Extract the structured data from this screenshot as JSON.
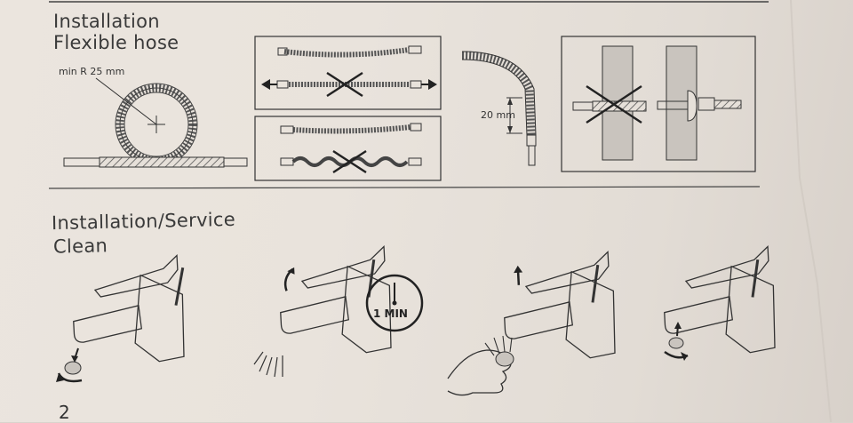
{
  "section1": {
    "title_line1": "Installation",
    "title_line2": "Flexible hose",
    "radius_label": "min R 25 mm",
    "offset_label": "20 mm"
  },
  "section2": {
    "title_line1": "Installation/Service",
    "title_line2": "Clean",
    "timer_label": "1 MIN"
  },
  "page_number": "2",
  "colors": {
    "paper": "#e9e3dc",
    "ink": "#333333",
    "fill_gray": "#c9c4be"
  }
}
